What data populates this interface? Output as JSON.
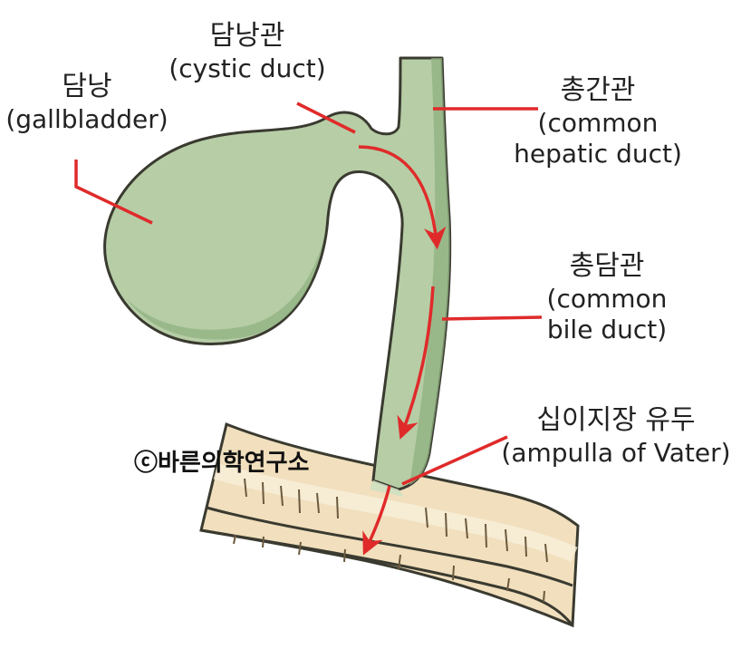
{
  "colors": {
    "organ_fill": "#b6cda6",
    "organ_shadow": "#8fb080",
    "organ_outline": "#3a3a30",
    "intestine_fill": "#f1dfbd",
    "intestine_light": "#f9efd9",
    "pointer_red": "#e02a2a",
    "text": "#222222"
  },
  "labels": {
    "gallbladder": {
      "ko": "담낭",
      "en": "(gallbladder)"
    },
    "cystic_duct": {
      "ko": "담낭관",
      "en": "(cystic duct)"
    },
    "common_hepatic_duct": {
      "ko": "총간관",
      "en1": "(common",
      "en2": "hepatic duct)"
    },
    "common_bile_duct": {
      "ko": "총담관",
      "en1": "(common",
      "en2": "bile duct)"
    },
    "ampulla": {
      "ko": "십이지장 유두",
      "en": "(ampulla of Vater)"
    }
  },
  "watermark": "ⓒ바른의학연구소",
  "icons": [
    "gallbladder-organ",
    "duct-tube",
    "duodenum-segment",
    "flow-arrow"
  ]
}
